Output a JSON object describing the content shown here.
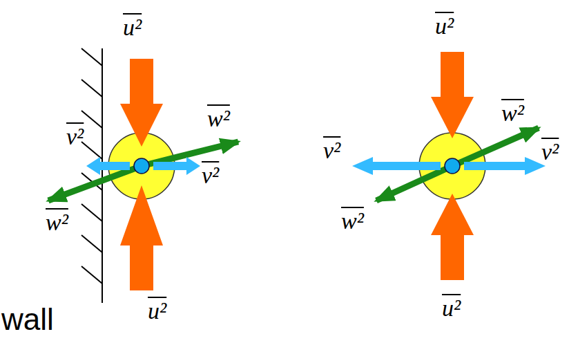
{
  "diagram": {
    "labels": [
      "u²",
      "w²",
      "v²",
      "v²",
      "w²",
      "u²",
      "wall",
      "u²",
      "w²",
      "v²",
      "v²",
      "w²",
      "u²"
    ]
  }
}
